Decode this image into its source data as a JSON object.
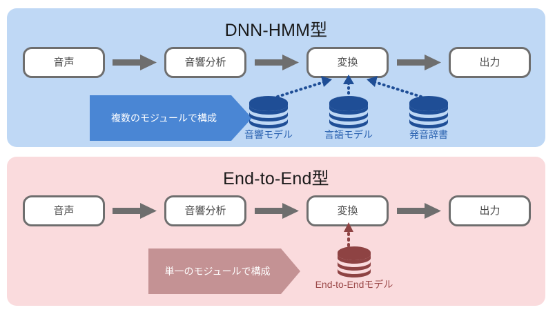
{
  "diagram": {
    "title_hidden": "",
    "panels": [
      {
        "id": "dnn-hmm",
        "title": "DNN-HMM型",
        "accent_color": "#bfd8f5",
        "label_color": "#2a62b0",
        "callout": {
          "text": "複数のモジュールで構成",
          "fill": "#4a86d4",
          "text_color": "#ffffff"
        },
        "flow": [
          {
            "label": "音声"
          },
          {
            "label": "音響分析"
          },
          {
            "label": "変換"
          },
          {
            "label": "出力"
          }
        ],
        "flow_arrow_color": "#6e6e6e",
        "models": [
          {
            "label": "音響モデル",
            "icon": "database-icon",
            "color": "#1f4e96"
          },
          {
            "label": "言語モデル",
            "icon": "database-icon",
            "color": "#1f4e96"
          },
          {
            "label": "発音辞書",
            "icon": "database-icon",
            "color": "#1f4e96"
          }
        ],
        "connector_style": "dotted-arrow",
        "connector_color": "#1f4e96"
      },
      {
        "id": "end-to-end",
        "title": "End-to-End型",
        "accent_color": "#fadbdd",
        "label_color": "#9d4c4c",
        "callout": {
          "text": "単一のモジュールで構成",
          "fill": "#c49294",
          "text_color": "#ffffff"
        },
        "flow": [
          {
            "label": "音声"
          },
          {
            "label": "音響分析"
          },
          {
            "label": "変換"
          },
          {
            "label": "出力"
          }
        ],
        "flow_arrow_color": "#6e6e6e",
        "models": [
          {
            "label": "End-to-Endモデル",
            "icon": "database-icon",
            "color": "#8e4343"
          }
        ],
        "connector_style": "dotted-arrow",
        "connector_color": "#8e4343"
      }
    ]
  }
}
